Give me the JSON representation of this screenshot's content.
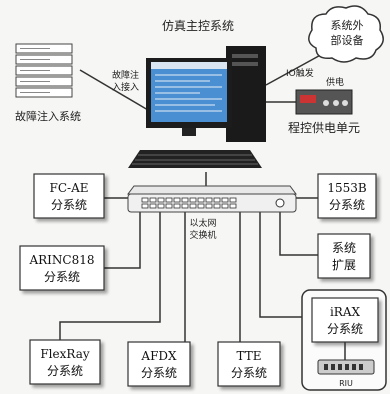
{
  "title": "仿真主控系统",
  "fault_injection": {
    "name": "故障注入系统",
    "link_line1": "故障注",
    "link_line2": "入接入"
  },
  "external": {
    "line1": "系统外",
    "line2": "部设备",
    "link": "IO触发"
  },
  "power": {
    "name": "程控供电单元",
    "link": "供电"
  },
  "switch": {
    "line1": "以太网",
    "line2": "交换机"
  },
  "subsystems": {
    "fcae": {
      "line1": "FC-AE",
      "line2": "分系统"
    },
    "m1553": {
      "line1": "1553B",
      "line2": "分系统"
    },
    "arinc": {
      "line1": "ARINC818",
      "line2": "分系统"
    },
    "ext": {
      "line1": "系统",
      "line2": "扩展"
    },
    "flexray": {
      "line1": "FlexRay",
      "line2": "分系统"
    },
    "afdx": {
      "line1": "AFDX",
      "line2": "分系统"
    },
    "tte": {
      "line1": "TTE",
      "line2": "分系统"
    },
    "irax": {
      "line1": "iRAX",
      "line2": "分系统",
      "device": "RIU"
    }
  },
  "colors": {
    "line": "#333333",
    "box_fill": "#ffffff",
    "screen": "#4a8fd1"
  }
}
